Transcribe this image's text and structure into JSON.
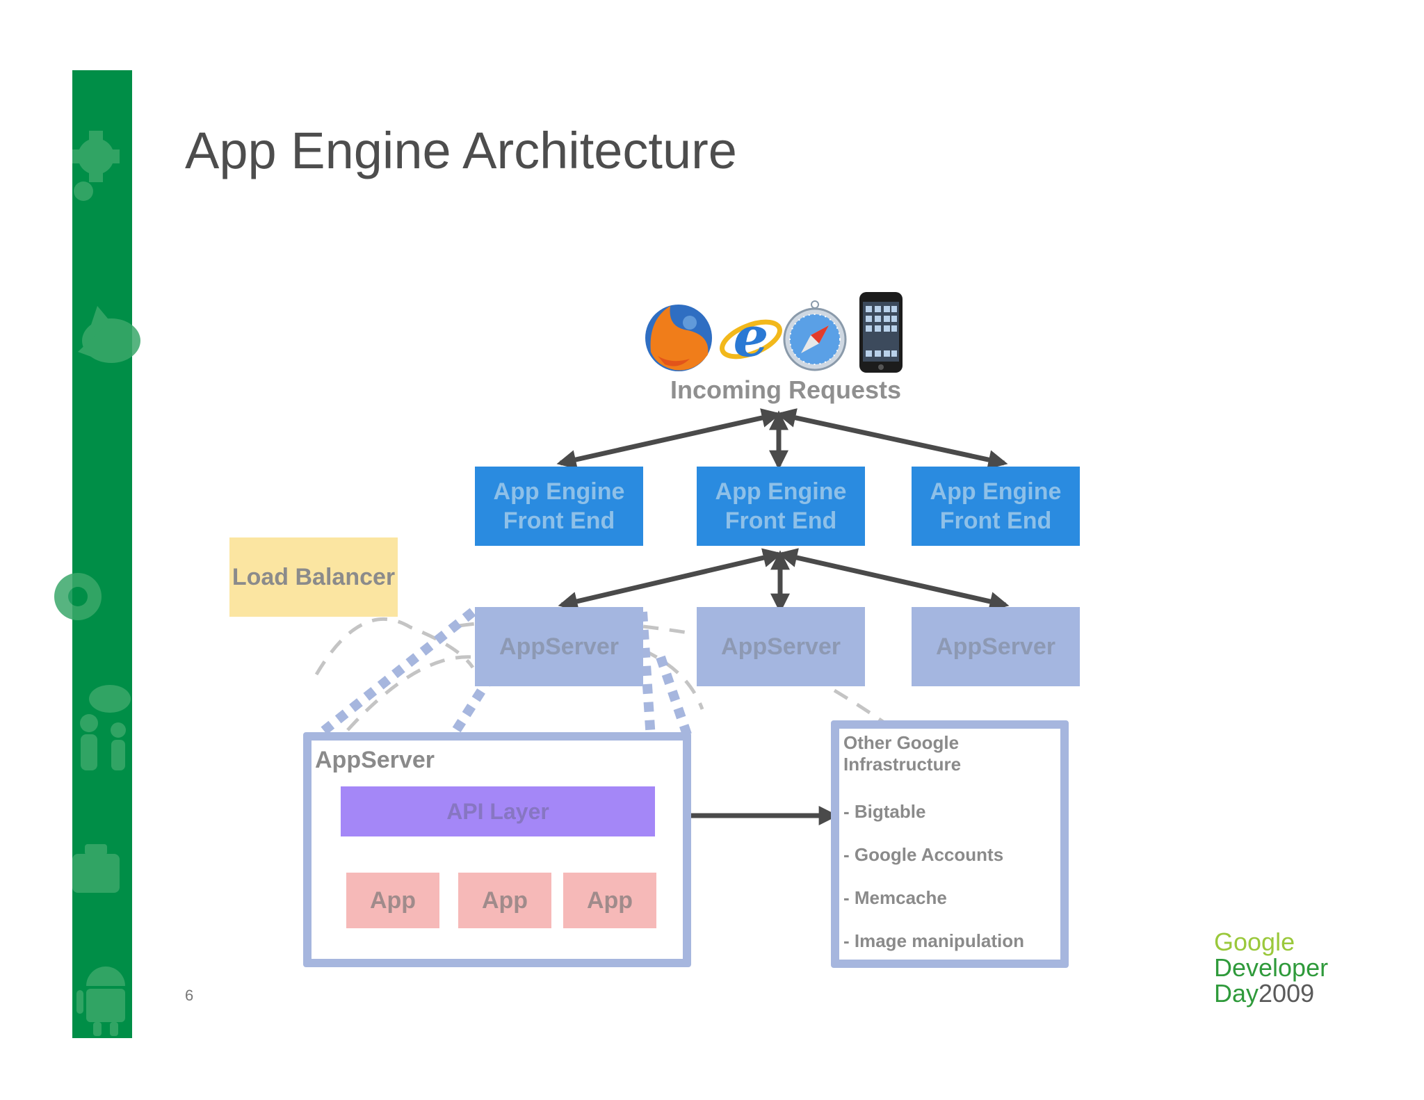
{
  "slide": {
    "title": "App Engine Architecture",
    "page_number": "6"
  },
  "incoming": {
    "label": "Incoming Requests",
    "icons": [
      "firefox-icon",
      "internet-explorer-icon",
      "safari-icon",
      "iphone-icon"
    ]
  },
  "front_ends": [
    {
      "label": "App Engine Front End"
    },
    {
      "label": "App Engine Front End"
    },
    {
      "label": "App Engine Front End"
    }
  ],
  "load_balancer": {
    "label": "Load Balancer"
  },
  "app_servers": [
    {
      "label": "AppServer"
    },
    {
      "label": "AppServer"
    },
    {
      "label": "AppServer"
    }
  ],
  "detail": {
    "title": "AppServer",
    "api_layer": "API Layer",
    "apps": [
      "App",
      "App",
      "App"
    ]
  },
  "infrastructure": {
    "title": "Other Google Infrastructure",
    "items": [
      "- Bigtable",
      "- Google Accounts",
      "- Memcache",
      "- Image manipulation"
    ]
  },
  "branding": {
    "line1": "Google",
    "line2": "Developer",
    "line3_word": "Day",
    "line3_year": "2009"
  },
  "colors": {
    "sidebar_green": "#008e47",
    "front_end_blue": "#2a8be0",
    "app_server_blue": "#a4b6e0",
    "load_balancer_yellow": "#fbe5a1",
    "api_layer_purple": "#a487f7",
    "app_pink": "#f6b9b8",
    "arrow_dark": "#4a4a4a"
  }
}
